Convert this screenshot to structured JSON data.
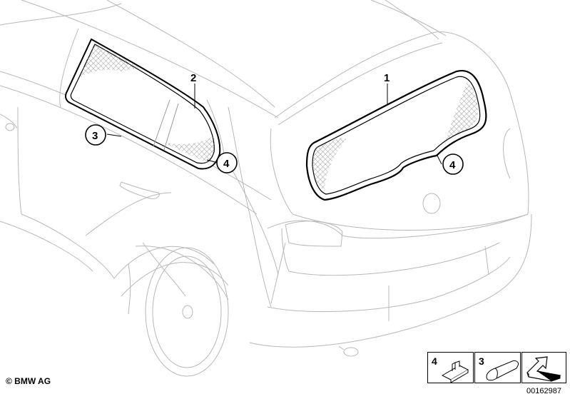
{
  "callouts": [
    {
      "id": "c1",
      "label": "1",
      "circled": false
    },
    {
      "id": "c2",
      "label": "2",
      "circled": false
    },
    {
      "id": "c3",
      "label": "3",
      "circled": true
    },
    {
      "id": "c4a",
      "label": "4",
      "circled": true
    },
    {
      "id": "c4b",
      "label": "4",
      "circled": true
    }
  ],
  "legend": {
    "items": [
      {
        "label": "4",
        "icon": "clip-icon"
      },
      {
        "label": "3",
        "icon": "seal-block-icon"
      }
    ],
    "view_icon": "view-direction-arrow-icon"
  },
  "footer": {
    "copyright": "© BMW AG",
    "doc_number": "00162987"
  }
}
